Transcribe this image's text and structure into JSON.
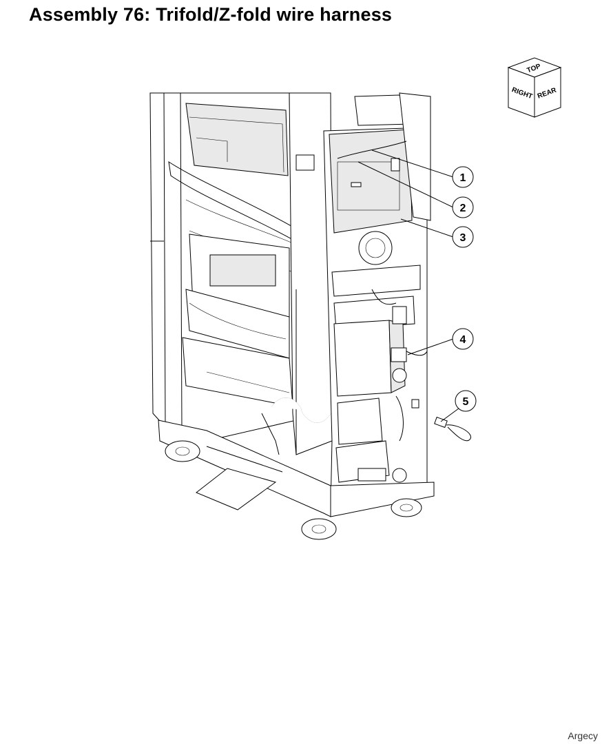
{
  "title": "Assembly 76: Trifold/Z-fold wire harness",
  "orientation_cube": {
    "top": "TOP",
    "right": "RIGHT",
    "rear": "REAR"
  },
  "callouts": [
    "1",
    "2",
    "3",
    "4",
    "5"
  ],
  "watermark": "Argecy"
}
